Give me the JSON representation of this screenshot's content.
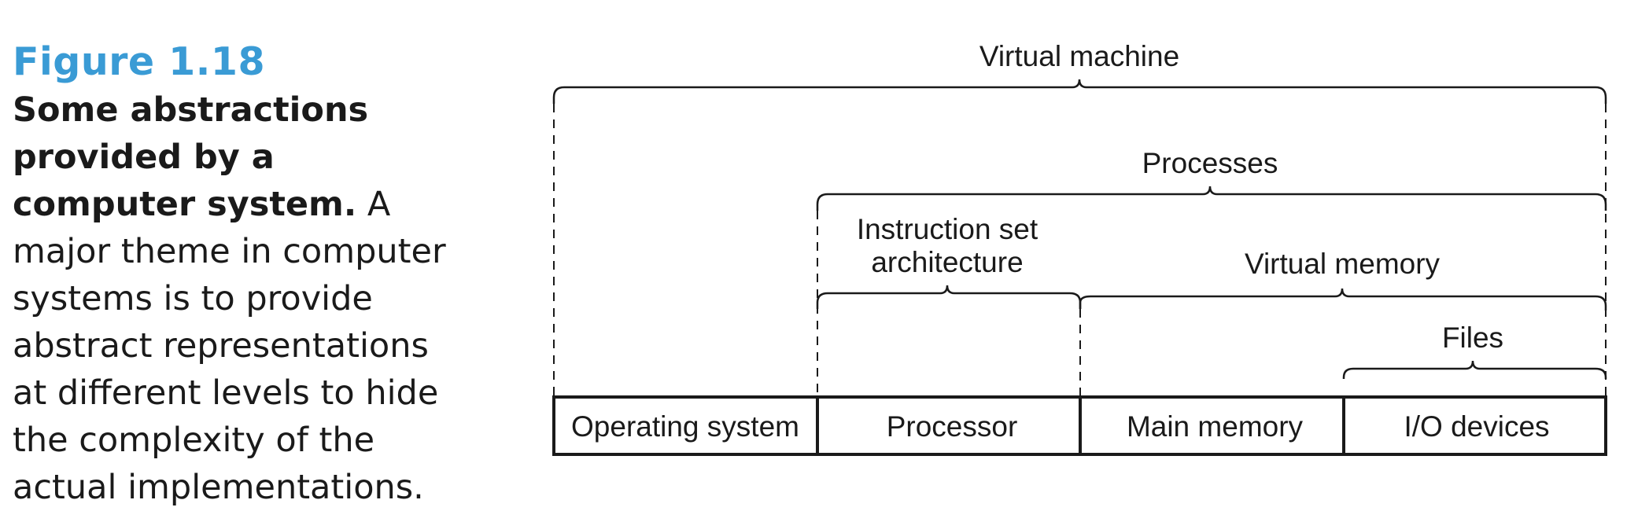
{
  "caption": {
    "figure_label": "Figure 1.18",
    "title": "Some abstractions provided by a computer system.",
    "description": " A major theme in computer systems is to provide abstract representations at different levels to hide the complexity of the actual implementations."
  },
  "diagram": {
    "components": [
      "Operating system",
      "Processor",
      "Main memory",
      "I/O devices"
    ],
    "abstractions": {
      "virtual_machine": "Virtual machine",
      "processes": "Processes",
      "isa_line1": "Instruction set",
      "isa_line2": "architecture",
      "virtual_memory": "Virtual memory",
      "files": "Files"
    }
  }
}
